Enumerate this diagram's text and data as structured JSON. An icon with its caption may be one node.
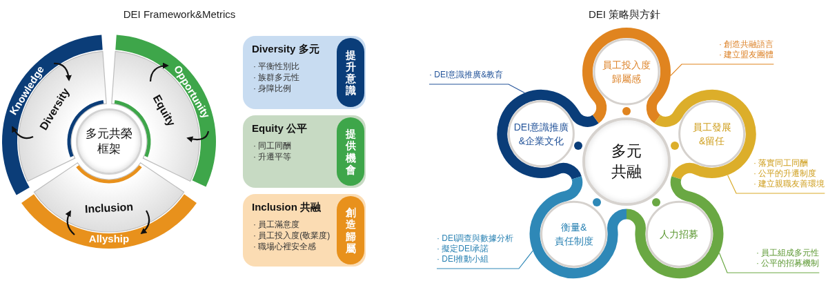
{
  "diagram": {
    "nodes": [
      {
        "text": [
          "多元共榮框架"
        ]
      },
      {
        "text": [
          "Knowledge"
        ]
      },
      {
        "text": [
          "Diversity"
        ]
      },
      {
        "text": [
          "Opportunity"
        ]
      },
      {
        "text": [
          "Equity"
        ]
      },
      {
        "text": [
          "Inclusion"
        ]
      },
      {
        "text": [
          "Allyship"
        ]
      },
      {
        "text": [
          "Diversity 多元",
          "· 平衡性別比",
          "· 族群多元性",
          "· 身障比例"
        ]
      },
      {
        "text": [
          "提升意識"
        ],
        "in": 7
      },
      {
        "text": [
          "Equity 公平",
          "· 同工同酬",
          "· 升遷平等"
        ]
      },
      {
        "text": [
          "提供機會"
        ],
        "in": 9
      },
      {
        "text": [
          "Inclusion 共融",
          "· 員工滿意度",
          "· 員工投入度(敬業度)",
          "· 職場心裡安全感"
        ]
      },
      {
        "text": [
          "創造歸屬"
        ],
        "in": 11
      },
      {
        "text": [
          "多元共融"
        ]
      },
      {
        "text": [
          "DEI意識推廣&企業文化"
        ]
      },
      {
        "text": [
          "員工投入度歸屬感"
        ]
      },
      {
        "text": [
          "員工發展&留任"
        ]
      },
      {
        "text": [
          "人力招募"
        ]
      },
      {
        "text": [
          "衡量&責任制度"
        ]
      },
      {
        "text": [
          "· DEI意識推廣&教育"
        ]
      },
      {
        "text": [
          "· 創造共融語言",
          "· 建立盟友團體"
        ]
      },
      {
        "text": [
          "· 落實同工同酬",
          "· 公平的升遷制度",
          "· 建立親職友善環境"
        ]
      },
      {
        "text": [
          "· 員工組成多元性",
          "· 公平的招募機制"
        ]
      },
      {
        "text": [
          "· DEI調查與數據分析",
          "· 擬定DEI承諾",
          "· DEI推動小組"
        ]
      }
    ],
    "edges": [
      {
        "from": 1,
        "to": 2,
        "arrow": "to"
      },
      {
        "from": 2,
        "to": 1,
        "arrow": "to"
      },
      {
        "from": 4,
        "to": 3,
        "arrow": "to"
      },
      {
        "from": 3,
        "to": 4,
        "arrow": "to"
      },
      {
        "from": 6,
        "to": 5,
        "arrow": "to"
      },
      {
        "from": 5,
        "to": 6,
        "arrow": "to"
      },
      {
        "from": 19,
        "to": 14,
        "arrow": "none",
        "color": "#24549a"
      },
      {
        "from": 20,
        "to": 15,
        "arrow": "none",
        "color": "#e0841f"
      },
      {
        "from": 21,
        "to": 16,
        "arrow": "none",
        "color": "#d9aa28"
      },
      {
        "from": 22,
        "to": 17,
        "arrow": "none",
        "color": "#6aa843"
      },
      {
        "from": 23,
        "to": 18,
        "arrow": "none",
        "color": "#2e88b7"
      }
    ],
    "labels": [
      "DEI Framework&Metrics",
      "DEI 策略與方針"
    ]
  }
}
